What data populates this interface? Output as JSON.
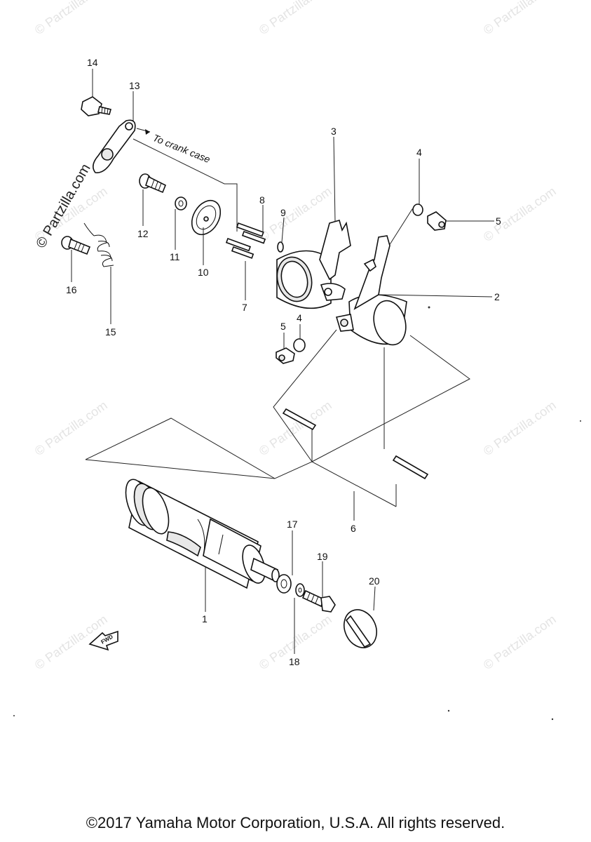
{
  "watermarks": [
    {
      "text": "© Partzilla.com"
    },
    {
      "text": "© Partzilla.com"
    },
    {
      "text": "© Partzilla.com"
    },
    {
      "text": "© Partzilla.com"
    },
    {
      "text": "© Partzilla.com"
    },
    {
      "text": "© Partzilla.com"
    },
    {
      "text": "© Partzilla.com"
    },
    {
      "text": "© Partzilla.com"
    },
    {
      "text": "© Partzilla.com"
    },
    {
      "text": "© Partzilla.com"
    },
    {
      "text": "© Partzilla.com"
    },
    {
      "text": "© Partzilla.com"
    }
  ],
  "side_watermark": "© Partzilla.com",
  "annotation": "To crank case",
  "fwd_label": "FWD",
  "callouts": [
    "14",
    "13",
    "3",
    "4",
    "5",
    "2",
    "12",
    "11",
    "10",
    "8",
    "9",
    "7",
    "16",
    "15",
    "5",
    "4",
    "6",
    "1",
    "17",
    "19",
    "20",
    "18"
  ],
  "copyright": "©2017 Yamaha Motor Corporation, U.S.A. All rights reserved."
}
